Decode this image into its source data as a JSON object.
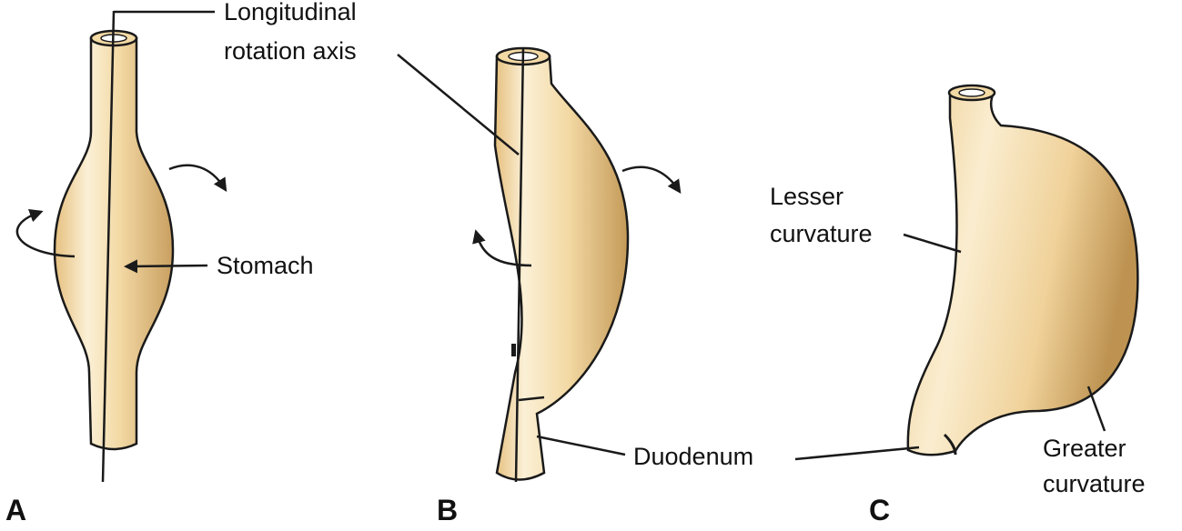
{
  "colors": {
    "organ_fill": "#F3D9A4",
    "organ_highlight": "#FBF0D6",
    "organ_shadow": "#C79E5E",
    "outline": "#1a1a1a",
    "background": "#ffffff"
  },
  "labels": {
    "axis_line1": "Longitudinal",
    "axis_line2": "rotation axis",
    "stomach": "Stomach",
    "lesser_line1": "Lesser",
    "lesser_line2": "curvature",
    "duodenum": "Duodenum",
    "greater_line1": "Greater",
    "greater_line2": "curvature"
  },
  "panels": {
    "a": "A",
    "b": "B",
    "c": "C"
  }
}
